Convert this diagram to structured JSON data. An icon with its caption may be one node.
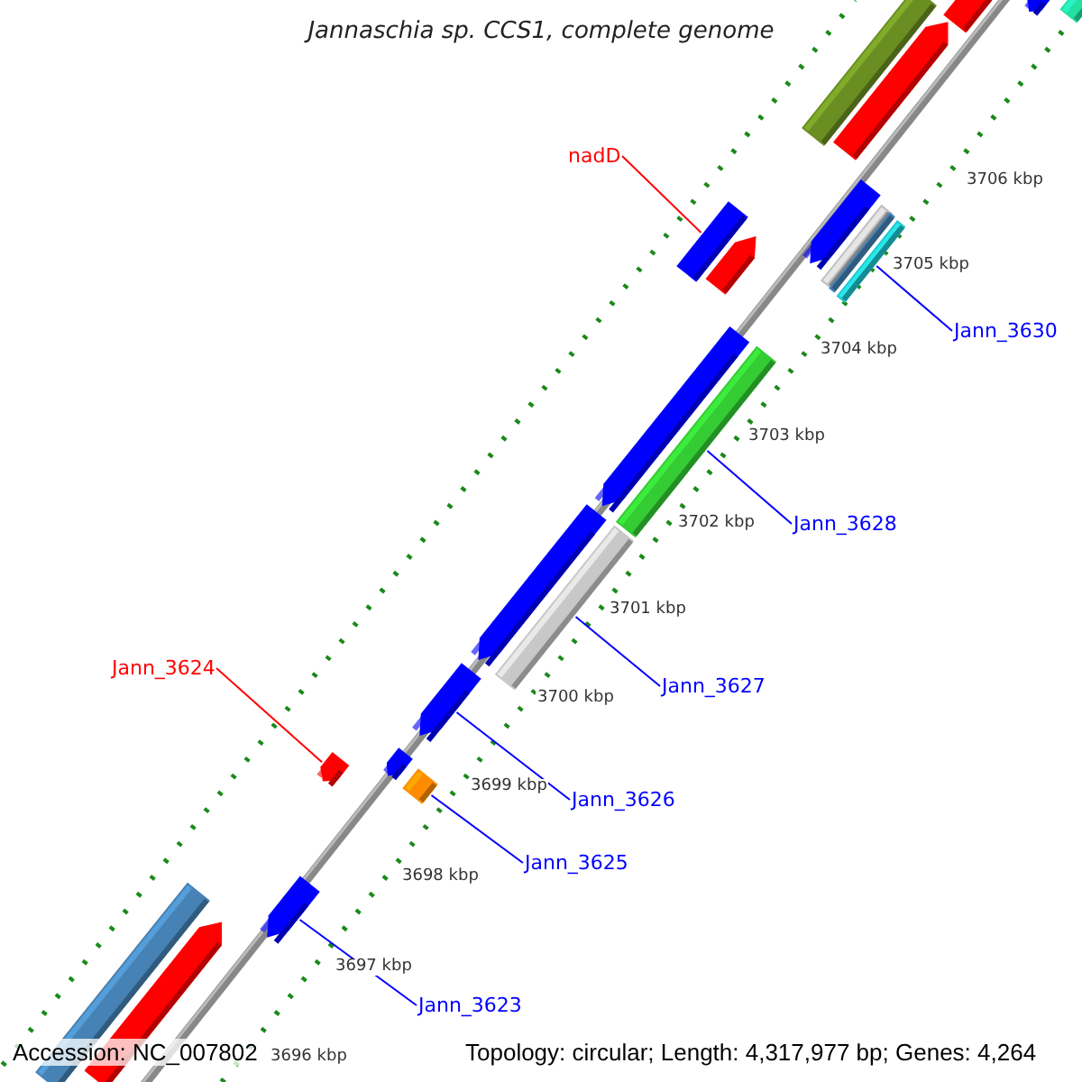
{
  "diagram": {
    "title": "Jannaschia sp. CCS1, complete genome",
    "nodes": [
      {
        "text": [
          "nadD"
        ]
      },
      {
        "text": [],
        "shape": "bar"
      },
      {
        "text": [
          "Jann_3630"
        ]
      },
      {
        "text": [],
        "shape": "bar"
      },
      {
        "text": [
          "Jann_3628"
        ]
      },
      {
        "text": [],
        "shape": "bar"
      },
      {
        "text": [
          "Jann_3627"
        ]
      },
      {
        "text": [],
        "shape": "bar"
      },
      {
        "text": [
          "Jann_3624"
        ]
      },
      {
        "text": [],
        "shape": "arrow"
      },
      {
        "text": [
          "Jann_3626"
        ]
      },
      {
        "text": [],
        "shape": "arrow"
      },
      {
        "text": [
          "Jann_3625"
        ]
      },
      {
        "text": [],
        "shape": "bar"
      },
      {
        "text": [
          "Jann_3623"
        ]
      },
      {
        "text": [],
        "shape": "arrow"
      },
      {
        "text": [],
        "shape": "bar"
      },
      {
        "text": [],
        "shape": "arrow"
      },
      {
        "text": [],
        "shape": "bar"
      },
      {
        "text": [],
        "shape": "arrow"
      },
      {
        "text": [],
        "shape": "bar"
      },
      {
        "text": [],
        "shape": "arrow"
      },
      {
        "text": [],
        "shape": "arrow"
      },
      {
        "text": [],
        "shape": "bar"
      },
      {
        "text": [],
        "shape": "bar"
      },
      {
        "text": [],
        "shape": "arrow"
      },
      {
        "text": [],
        "shape": "arrow"
      },
      {
        "text": [],
        "shape": "arrow"
      },
      {
        "text": [],
        "shape": "bar"
      },
      {
        "text": [],
        "shape": "arrow"
      }
    ],
    "edges": [
      {
        "from": 0,
        "to": 1,
        "arrow": "none",
        "color": "#ff0000"
      },
      {
        "from": 2,
        "to": 3,
        "arrow": "none"
      },
      {
        "from": 4,
        "to": 5,
        "arrow": "none"
      },
      {
        "from": 6,
        "to": 7,
        "arrow": "none"
      },
      {
        "from": 8,
        "to": 9,
        "arrow": "none",
        "color": "#ff0000"
      },
      {
        "from": 10,
        "to": 11,
        "arrow": "none"
      },
      {
        "from": 12,
        "to": 13,
        "arrow": "none"
      },
      {
        "from": 14,
        "to": 15,
        "arrow": "none"
      }
    ],
    "labels": [
      "3706 kbp",
      "3705 kbp",
      "3704 kbp",
      "3703 kbp",
      "3702 kbp",
      "3701 kbp",
      "3700 kbp",
      "3699 kbp",
      "3698 kbp",
      "3697 kbp",
      "3696 kbp",
      "Accession: NC_007802",
      "Topology: circular; Length: 4,317,977 bp; Genes: 4,264"
    ]
  }
}
